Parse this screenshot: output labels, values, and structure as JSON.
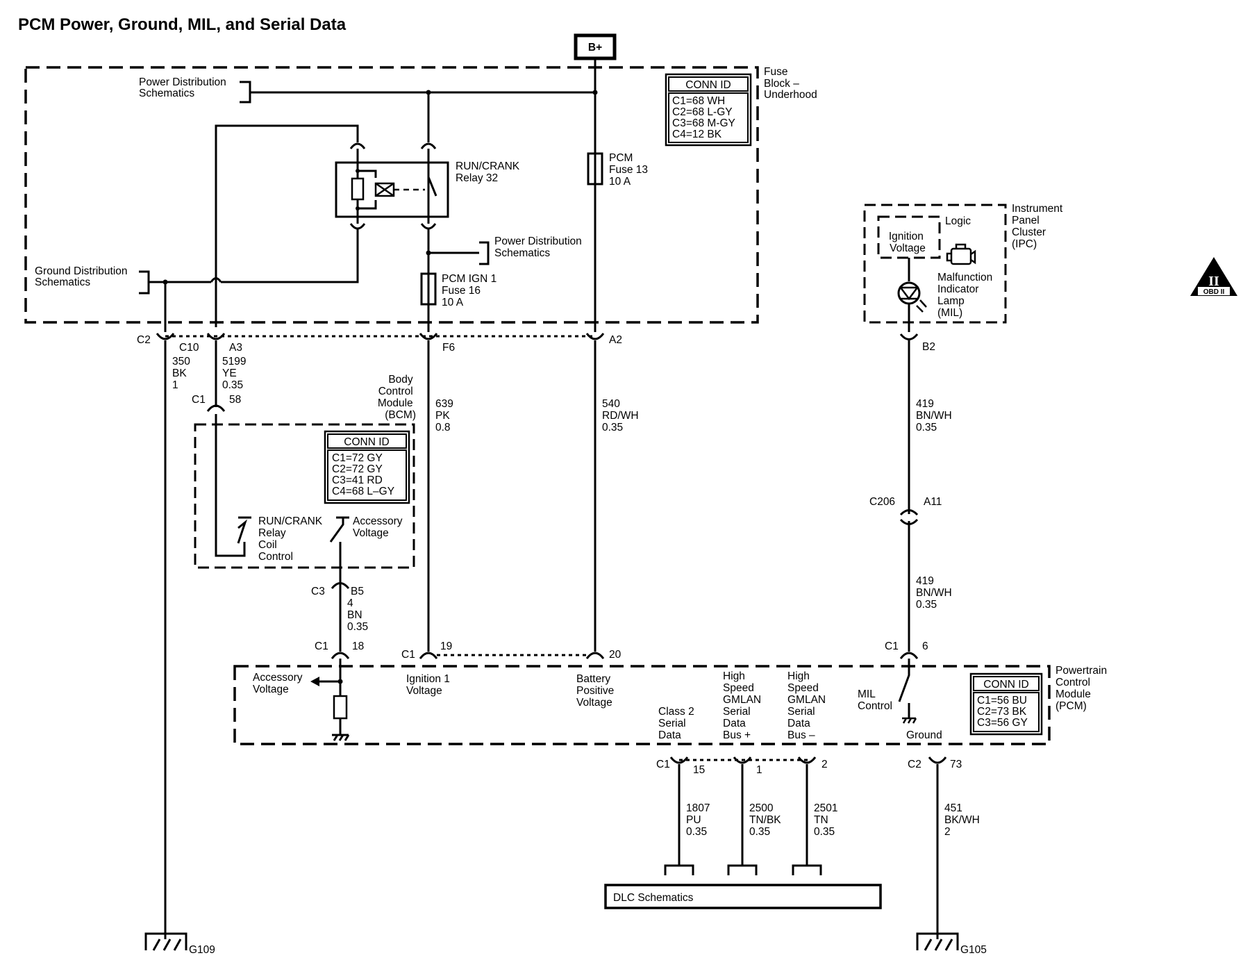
{
  "title": "PCM Power, Ground, MIL, and Serial Data",
  "battery": "B+",
  "fuse_block": {
    "name": [
      "Fuse",
      "Block –",
      "Underhood"
    ],
    "conn_id": {
      "header": "CONN ID",
      "rows": [
        "C1=68 WH",
        "C2=68 L-GY",
        "C3=68 M-GY",
        "C4=12 BK"
      ]
    },
    "power_dist_top": [
      "Power Distribution",
      "Schematics"
    ],
    "power_dist_mid": [
      "Power Distribution",
      "Schematics"
    ],
    "ground_dist": [
      "Ground Distribution",
      "Schematics"
    ],
    "relay": [
      "RUN/CRANK",
      "Relay 32"
    ],
    "fuse13": [
      "PCM",
      "Fuse 13",
      "10 A"
    ],
    "fuse16": [
      "PCM IGN 1",
      "Fuse 16",
      "10 A"
    ]
  },
  "connectors": {
    "c2": "C2",
    "c10": "C10",
    "a3": "A3",
    "f6": "F6",
    "a2": "A2",
    "c1_58": "C1",
    "n58": "58",
    "c3_b5": "C3",
    "b5": "B5",
    "c1_18": "C1",
    "n18": "18",
    "c1_19": "C1",
    "n19": "19",
    "n20": "20",
    "b2": "B2",
    "c206": "C206",
    "a11": "A11",
    "c1_6": "C1",
    "n6": "6",
    "c1_15": "C1",
    "n15": "15",
    "n1": "1",
    "n2": "2",
    "c2_73": "C2",
    "n73": "73"
  },
  "wires": {
    "w350": [
      "350",
      "BK",
      "1"
    ],
    "w5199": [
      "5199",
      "YE",
      "0.35"
    ],
    "w639": [
      "639",
      "PK",
      "0.8"
    ],
    "w540": [
      "540",
      "RD/WH",
      "0.35"
    ],
    "w4": [
      "4",
      "BN",
      "0.35"
    ],
    "w419a": [
      "419",
      "BN/WH",
      "0.35"
    ],
    "w419b": [
      "419",
      "BN/WH",
      "0.35"
    ],
    "w1807": [
      "1807",
      "PU",
      "0.35"
    ],
    "w2500": [
      "2500",
      "TN/BK",
      "0.35"
    ],
    "w2501": [
      "2501",
      "TN",
      "0.35"
    ],
    "w451": [
      "451",
      "BK/WH",
      "2"
    ]
  },
  "bcm": {
    "name": [
      "Body",
      "Control",
      "Module",
      "(BCM)"
    ],
    "conn_id": {
      "header": "CONN ID",
      "rows": [
        "C1=72 GY",
        "C2=72 GY",
        "C3=41 RD",
        "C4=68 L–GY"
      ]
    },
    "relay_ctrl": [
      "RUN/CRANK",
      "Relay",
      "Coil",
      "Control"
    ],
    "acc_voltage": [
      "Accessory",
      "Voltage"
    ]
  },
  "ipc": {
    "name": [
      "Instrument",
      "Panel",
      "Cluster",
      "(IPC)"
    ],
    "logic": "Logic",
    "ign_voltage": [
      "Ignition",
      "Voltage"
    ],
    "mil": [
      "Malfunction",
      "Indicator",
      "Lamp",
      "(MIL)"
    ]
  },
  "pcm": {
    "name": [
      "Powertrain",
      "Control",
      "Module",
      "(PCM)"
    ],
    "conn_id": {
      "header": "CONN ID",
      "rows": [
        "C1=56 BU",
        "C2=73 BK",
        "C3=56 GY"
      ]
    },
    "acc_voltage": [
      "Accessory",
      "Voltage"
    ],
    "ign1": [
      "Ignition 1",
      "Voltage"
    ],
    "batt": [
      "Battery",
      "Positive",
      "Voltage"
    ],
    "class2": [
      "Class 2",
      "Serial",
      "Data"
    ],
    "hs_plus": [
      "High",
      "Speed",
      "GMLAN",
      "Serial",
      "Data",
      "Bus +"
    ],
    "hs_minus": [
      "High",
      "Speed",
      "GMLAN",
      "Serial",
      "Data",
      "Bus –"
    ],
    "mil_ctrl": [
      "MIL",
      "Control"
    ],
    "ground": "Ground"
  },
  "dlc": "DLC Schematics",
  "grounds": {
    "g109": "G109",
    "g105": "G105"
  },
  "obd": {
    "numeral": "II",
    "label": "OBD II"
  }
}
